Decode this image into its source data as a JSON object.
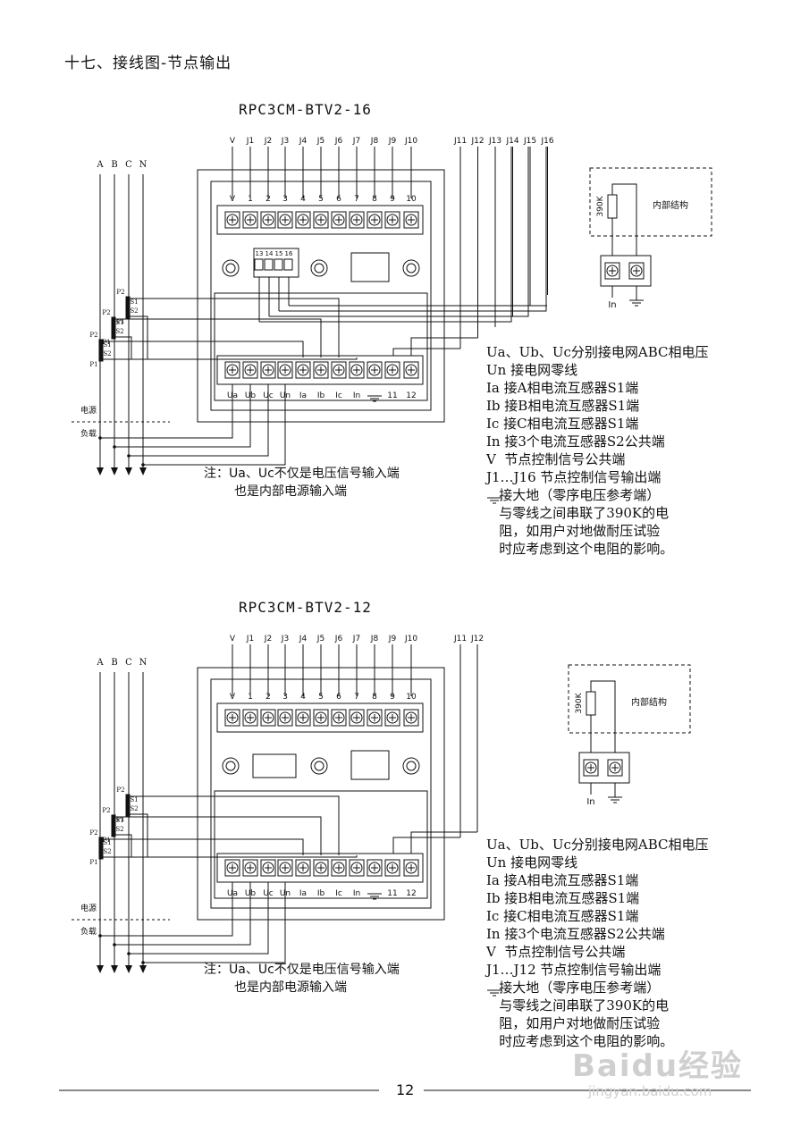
{
  "page": {
    "title": "十七、接线图-节点输出",
    "page_number": "12",
    "watermark": "Baidu经验",
    "watermark_url": "jingyan.baidu.com"
  },
  "diagrams": [
    {
      "model": "RPC3CM-BTV2-16",
      "phases": [
        "A",
        "B",
        "C",
        "N"
      ],
      "top_outputs": [
        "V",
        "J1",
        "J2",
        "J3",
        "J4",
        "J5",
        "J6",
        "J7",
        "J8",
        "J9",
        "J10"
      ],
      "extra_outputs": [
        "J11",
        "J12",
        "J13",
        "J14",
        "J15",
        "J16"
      ],
      "top_terminals": [
        "V",
        "1",
        "2",
        "3",
        "4",
        "5",
        "6",
        "7",
        "8",
        "9",
        "10"
      ],
      "bottom_terminals": [
        "Ua",
        "Ub",
        "Uc",
        "Un",
        "Ia",
        "Ib",
        "Ic",
        "In",
        "",
        "11",
        "12"
      ],
      "small_block": [
        "13",
        "14",
        "15",
        "16"
      ],
      "power_label": "电源",
      "load_label": "负载",
      "ct_labels": [
        "P1",
        "S1",
        "S2",
        "P2"
      ],
      "inner_label": "内部结构",
      "resistor": "390K",
      "in_label": "In",
      "note": [
        "注：Ua、Uc不仅是电压信号输入端",
        "也是内部电源输入端"
      ],
      "legend": [
        "Ua、Ub、Uc分别接电网ABC相电压",
        "Un 接电网零线",
        "Ia 接A相电流互感器S1端",
        "Ib 接B相电流互感器S1端",
        "Ic 接C相电流互感器S1端",
        "In 接3个电流互感器S2公共端",
        "V  节点控制信号公共端",
        "J1…J16 节点控制信号输出端",
        "   接大地（零序电压参考端）",
        "   与零线之间串联了390K的电",
        "   阻，如用户对地做耐压试验",
        "   时应考虑到这个电阻的影响。"
      ]
    },
    {
      "model": "RPC3CM-BTV2-12",
      "phases": [
        "A",
        "B",
        "C",
        "N"
      ],
      "top_outputs": [
        "V",
        "J1",
        "J2",
        "J3",
        "J4",
        "J5",
        "J6",
        "J7",
        "J8",
        "J9",
        "J10"
      ],
      "extra_outputs": [
        "J11",
        "J12"
      ],
      "top_terminals": [
        "V",
        "1",
        "2",
        "3",
        "4",
        "5",
        "6",
        "7",
        "8",
        "9",
        "10"
      ],
      "bottom_terminals": [
        "Ua",
        "Ub",
        "Uc",
        "Un",
        "Ia",
        "Ib",
        "Ic",
        "In",
        "",
        "11",
        "12"
      ],
      "small_block": [],
      "power_label": "电源",
      "load_label": "负载",
      "ct_labels": [
        "P1",
        "S1",
        "S2",
        "P2"
      ],
      "inner_label": "内部结构",
      "resistor": "390K",
      "in_label": "In",
      "note": [
        "注：Ua、Uc不仅是电压信号输入端",
        "也是内部电源输入端"
      ],
      "legend": [
        "Ua、Ub、Uc分别接电网ABC相电压",
        "Un 接电网零线",
        "Ia 接A相电流互感器S1端",
        "Ib 接B相电流互感器S1端",
        "Ic 接C相电流互感器S1端",
        "In 接3个电流互感器S2公共端",
        "V  节点控制信号公共端",
        "J1…J12 节点控制信号输出端",
        "   接大地（零序电压参考端）",
        "   与零线之间串联了390K的电",
        "   阻，如用户对地做耐压试验",
        "   时应考虑到这个电阻的影响。"
      ]
    }
  ]
}
